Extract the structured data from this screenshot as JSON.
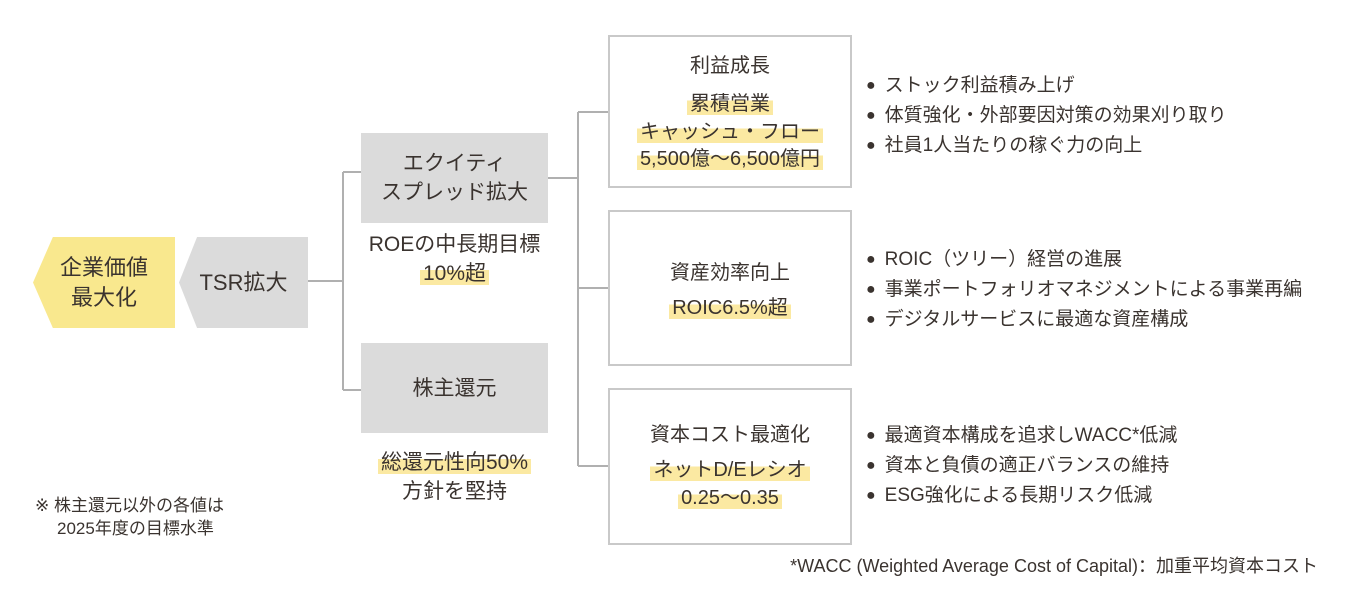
{
  "palette": {
    "shape_yellow": "#f9e88e",
    "highlight_yellow": "#fbe9a2",
    "box_gray": "#dbdbdb",
    "border_gray": "#c9c9c9",
    "line_gray": "#b0b0b0",
    "text": "#3a332f"
  },
  "bullet_glyph": "●",
  "flow": {
    "goal": {
      "line1": "企業価値",
      "line2": "最大化"
    },
    "tsr": {
      "label": "TSR拡大"
    },
    "equity": {
      "line1": "エクイティ",
      "line2": "スプレッド拡大",
      "note_line1": "ROEの中長期目標",
      "note_highlight": "10%超"
    },
    "shareholder": {
      "label": "株主還元",
      "note_highlight": "総還元性向50%",
      "note_line2": "方針を堅持"
    }
  },
  "targets": [
    {
      "title": "利益成長",
      "highlights": [
        "累積営業",
        "キャッシュ・フロー",
        "5,500億〜6,500億円"
      ],
      "bullets": [
        "ストック利益積み上げ",
        "体質強化・外部要因対策の効果刈り取り",
        "社員1人当たりの稼ぐ力の向上"
      ]
    },
    {
      "title": "資産効率向上",
      "highlights": [
        "ROIC6.5%超"
      ],
      "bullets": [
        "ROIC（ツリー）経営の進展",
        "事業ポートフォリオマネジメントによる事業再編",
        "デジタルサービスに最適な資産構成"
      ]
    },
    {
      "title": "資本コスト最適化",
      "highlights": [
        "ネットD/Eレシオ",
        "0.25〜0.35"
      ],
      "bullets": [
        "最適資本構成を追求しWACC*低減",
        "資本と負債の適正バランスの維持",
        "ESG強化による長期リスク低減"
      ]
    }
  ],
  "footnotes": {
    "left_line1": "※ 株主還元以外の各値は",
    "left_line2": "2025年度の目標水準",
    "wacc": "*WACC (Weighted Average Cost of Capital)：加重平均資本コスト"
  }
}
